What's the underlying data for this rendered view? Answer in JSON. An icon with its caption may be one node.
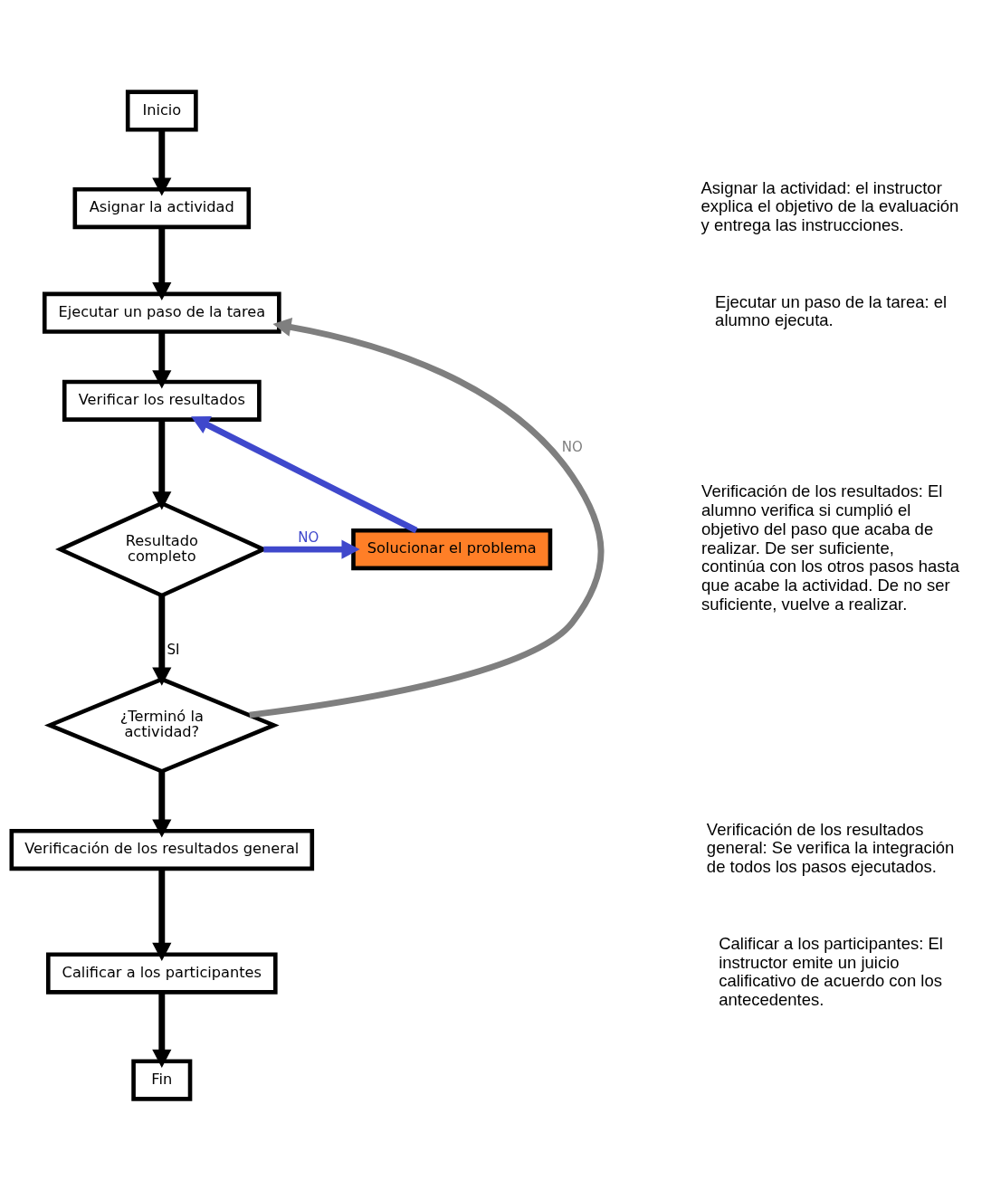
{
  "diagram": {
    "nodes": [
      {
        "text": [
          "Inicio"
        ]
      },
      {
        "text": [
          "Asignar la actividad"
        ]
      },
      {
        "text": [
          "Ejecutar un paso de la tarea"
        ]
      },
      {
        "text": [
          "Verificar los resultados"
        ]
      },
      {
        "text": [
          "Resultado completo"
        ]
      },
      {
        "text": [
          "Solucionar el problema"
        ]
      },
      {
        "text": [
          "¿Terminó la actividad?"
        ]
      },
      {
        "text": [
          "Verificación de los resultados general"
        ]
      },
      {
        "text": [
          "Calificar a los participantes"
        ]
      },
      {
        "text": [
          "Fin"
        ]
      }
    ],
    "edges": [
      {
        "from": 0,
        "to": 1,
        "arrow": "to"
      },
      {
        "from": 1,
        "to": 2,
        "arrow": "to"
      },
      {
        "from": 2,
        "to": 3,
        "arrow": "to"
      },
      {
        "from": 3,
        "to": 4,
        "arrow": "to"
      },
      {
        "from": 4,
        "to": 5,
        "arrow": "to",
        "label": "NO",
        "color": "#3f48cc"
      },
      {
        "from": 5,
        "to": 3,
        "arrow": "to",
        "color": "#3f48cc"
      },
      {
        "from": 4,
        "to": 6,
        "arrow": "to",
        "label": "SI"
      },
      {
        "from": 6,
        "to": 2,
        "arrow": "to",
        "label": "NO",
        "color": "#7f7f7f"
      },
      {
        "from": 6,
        "to": 7,
        "arrow": "to"
      },
      {
        "from": 7,
        "to": 8,
        "arrow": "to"
      },
      {
        "from": 8,
        "to": 9,
        "arrow": "to"
      }
    ],
    "labels": [
      "Asignar la actividad: el instructor explica el objetivo de la evaluación y entrega las instrucciones.",
      "Ejecutar un paso de la tarea: el alumno ejecuta.",
      "Verificación de los resultados: El alumno verifica si cumplió el objetivo del paso que acaba de realizar. De ser suficiente, continúa con los otros pasos hasta que acabe la actividad. De no ser suficiente, vuelve a realizar.",
      "Verificación de los resultados general: Se verifica la integración de todos los pasos ejecutados.",
      "Calificar a los participantes: El instructor emite un juicio calificativo de acuerdo con los antecedentes."
    ]
  }
}
